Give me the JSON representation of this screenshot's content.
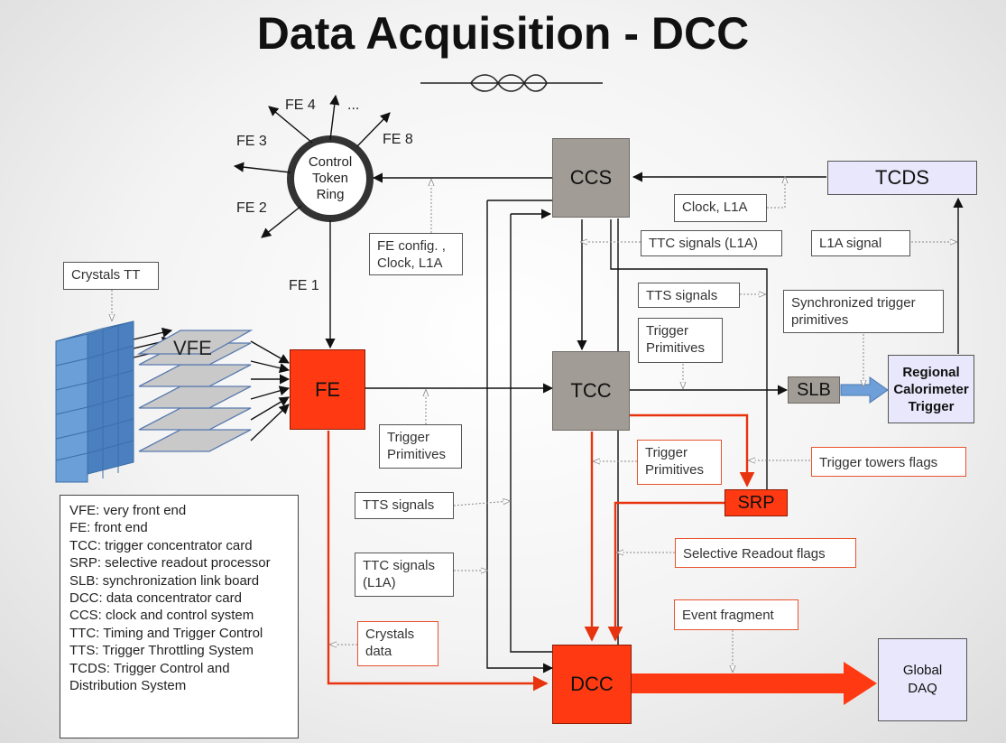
{
  "title": "Data Acquisition - DCC",
  "blocks": {
    "ccs": "CCS",
    "tcc": "TCC",
    "fe": "FE",
    "dcc": "DCC",
    "srp": "SRP",
    "slb": "SLB",
    "tcds": "TCDS",
    "rct": "Regional Calorimeter Trigger",
    "global_daq": "Global DAQ",
    "vfe": "VFE",
    "ring": "Control Token Ring"
  },
  "ring_labels": {
    "fe1": "FE 1",
    "fe2": "FE 2",
    "fe3": "FE 3",
    "fe4": "FE 4",
    "fe8": "FE 8",
    "dots": "..."
  },
  "notes": {
    "crystals_tt": "Crystals TT",
    "fe_config": "FE config. , Clock, L1A",
    "clock_l1a": "Clock, L1A",
    "ttc_signals_l1a_top": "TTC signals (L1A)",
    "l1a_signal": "L1A signal",
    "tts_signals_top": "TTS signals",
    "sync_trigger_primitives": "Synchronized trigger primitives",
    "trigger_primitives_top": "Trigger Primitives",
    "trigger_primitives_fe": "Trigger Primitives",
    "trigger_primitives_tcc": "Trigger Primitives",
    "trigger_towers_flags": "Trigger towers flags",
    "tts_signals_bottom": "TTS signals",
    "selective_readout_flags": "Selective Readout flags",
    "ttc_signals_bottom": "TTC signals (L1A)",
    "event_fragment": "Event fragment",
    "crystals_data": "Crystals data"
  },
  "legend": [
    "VFE: very front end",
    "FE: front end",
    "TCC: trigger concentrator card",
    "SRP: selective readout processor",
    "SLB: synchronization link board",
    "DCC: data concentrator card",
    "CCS: clock and control system",
    "TTC: Timing and Trigger Control",
    "TTS: Trigger Throttling System",
    "TCDS: Trigger Control and Distribution System"
  ]
}
